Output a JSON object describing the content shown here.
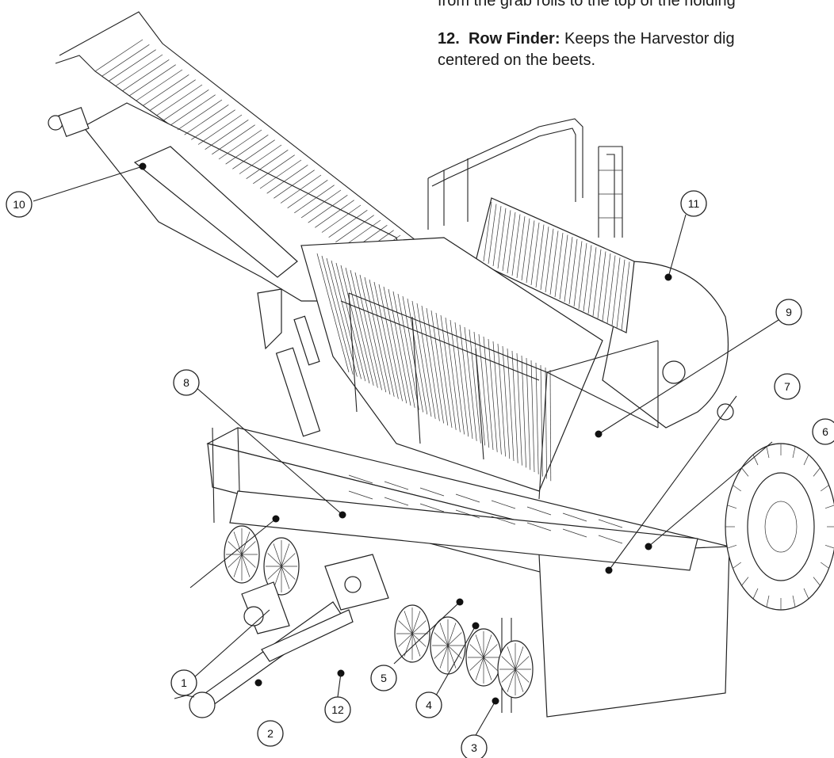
{
  "text": {
    "line1": "from the grab rolls to the top of the holding",
    "item12_number": "12.",
    "item12_title": "Row Finder:",
    "item12_desc": " Keeps the Harvestor dig",
    "item12_desc2": "centered on the beets."
  },
  "callouts": [
    {
      "label": "1"
    },
    {
      "label": "2"
    },
    {
      "label": "3"
    },
    {
      "label": "4"
    },
    {
      "label": "5"
    },
    {
      "label": "6"
    },
    {
      "label": "7"
    },
    {
      "label": "8"
    },
    {
      "label": "9"
    },
    {
      "label": "10"
    },
    {
      "label": "11"
    },
    {
      "label": "12"
    }
  ]
}
